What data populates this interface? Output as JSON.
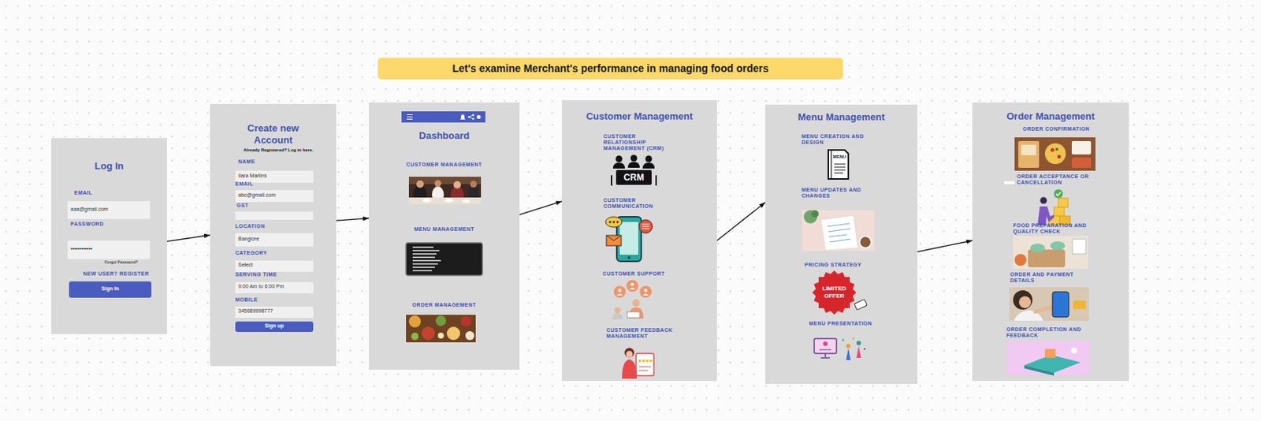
{
  "diagram": {
    "title": "Let's examine Merchant's performance in managing food orders",
    "nodes": [
      {
        "text": [
          "Log In",
          "EMAIL",
          "PASSWORD",
          "Forgot Password?",
          "NEW USER? REGISTER"
        ]
      },
      {
        "text": [
          "aaa@gmail.com"
        ],
        "in": 0
      },
      {
        "text": [
          "••••••••••••"
        ],
        "in": 0
      },
      {
        "text": [
          "Sign In"
        ],
        "in": 0
      },
      {
        "text": [
          "Create new Account",
          "Already Registered? Log in here.",
          "NAME",
          "EMAIL",
          "GST",
          "LOCATION",
          "CATEGORY",
          "SERVING TIME",
          "MOBILE"
        ]
      },
      {
        "text": [
          "Ilara Martins"
        ],
        "in": 4
      },
      {
        "text": [
          "abc@gmail.com"
        ],
        "in": 4
      },
      {
        "text": [
          "Banglore"
        ],
        "in": 4
      },
      {
        "text": [
          "Select"
        ],
        "in": 4
      },
      {
        "text": [
          "9:00 Am to 6:00 Pm"
        ],
        "in": 4
      },
      {
        "text": [
          "345689998777"
        ],
        "in": 4
      },
      {
        "text": [
          "Sign up"
        ],
        "in": 4
      },
      {
        "text": [
          "Dashboard",
          "CUSTOMER MANAGEMENT",
          "MENU MANAGEMENT",
          "ORDER MANAGEMENT"
        ]
      },
      {
        "text": [
          "Customer Management",
          "CUSTOMER RELATIONSHIP MANAGEMENT (CRM)",
          "CUSTOMER COMMUNICATION",
          "CUSTOMER SUPPORT",
          "CUSTOMER FEEDBACK MANAGEMENT"
        ]
      },
      {
        "text": [
          "Menu Management",
          "MENU CREATION AND DESIGN",
          "MENU UPDATES AND CHANGES",
          "PRICING STRATEGY",
          "MENU PRESENTATION"
        ]
      },
      {
        "text": [
          "Order Management",
          "ORDER CONFIRMATION",
          "ORDER ACCEPTANCE OR CANCELLATION",
          "FOOD PREPARATION AND QUALITY CHECK",
          "ORDER AND PAYMENT DETAILS",
          "ORDER COMPLETION AND FEEDBACK"
        ]
      }
    ],
    "edges": [
      {
        "from": 0,
        "to": 4,
        "arrow": "to"
      },
      {
        "from": 4,
        "to": 12,
        "arrow": "to"
      },
      {
        "from": 12,
        "to": 13,
        "arrow": "to"
      },
      {
        "from": 13,
        "to": 14,
        "arrow": "to"
      },
      {
        "from": 14,
        "to": 15,
        "arrow": "to"
      }
    ],
    "labels": [
      "CRM",
      "MENU",
      "LIMITED OFFER"
    ]
  }
}
